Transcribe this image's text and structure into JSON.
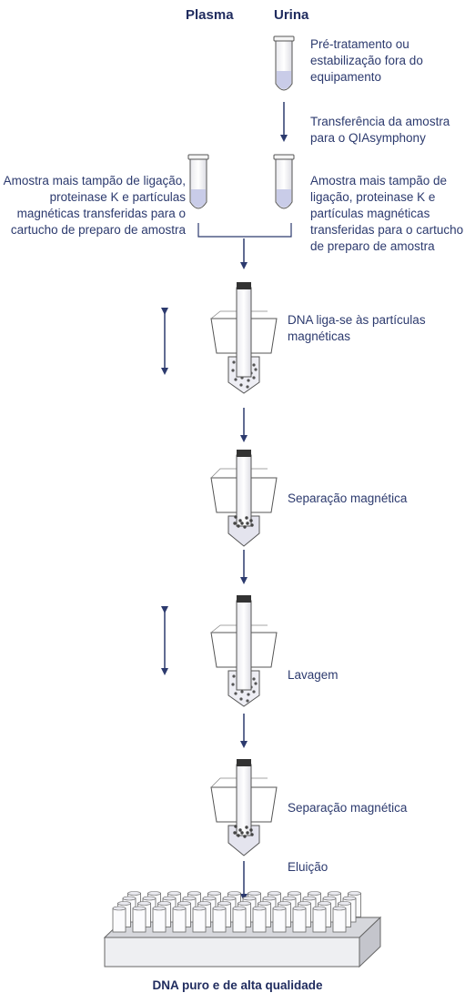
{
  "header": {
    "plasma": "Plasma",
    "urina": "Urina"
  },
  "steps": {
    "pretreat": "Pré-tratamento ou estabilização fora do equipamento",
    "transfer": "Transferência da amostra para o QIAsymphony",
    "sample_left": "Amostra mais tampão de ligação, proteinase K e partículas magnéticas transferidas para o cartucho de preparo de amostra",
    "sample_right": "Amostra mais tampão de ligação, proteinase K e partículas magnéticas transferidas para o cartucho de preparo de amostra",
    "binding": "DNA liga-se às partículas magnéticas",
    "separation1": "Separação magnética",
    "wash": "Lavagem",
    "separation2": "Separação magnética",
    "elution": "Eluição"
  },
  "result": "DNA puro e de alta qualidade",
  "colors": {
    "arrow": "#2c3a6e",
    "text": "#2c3a6e",
    "liquid": "#c9cce8",
    "tube_cap": "#333333"
  }
}
